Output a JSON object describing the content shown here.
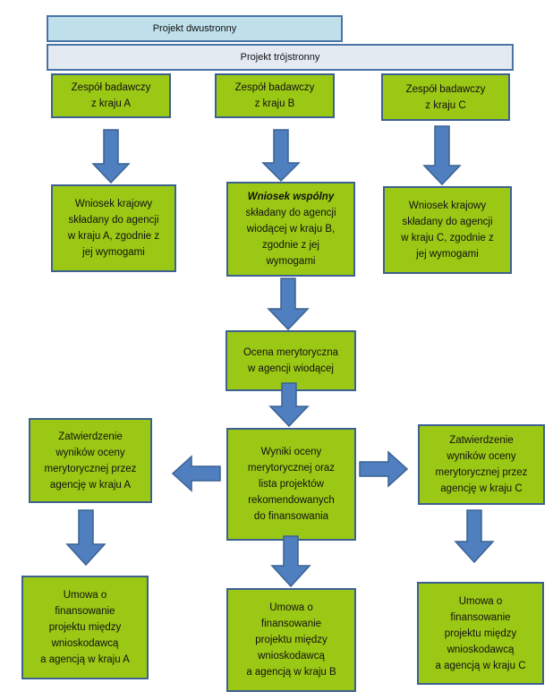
{
  "bars": {
    "bilateral": "Projekt dwustronny",
    "trilateral": "Projekt trójstronny"
  },
  "teams": {
    "a": [
      "Zespół badawczy",
      "z kraju A"
    ],
    "b": [
      "Zespół badawczy",
      "z kraju B"
    ],
    "c": [
      "Zespół badawczy",
      "z kraju C"
    ]
  },
  "applications": {
    "a": [
      "Wniosek krajowy",
      "składany do agencji",
      "w kraju A, zgodnie z",
      "jej wymogami"
    ],
    "b_title": "Wniosek wspólny",
    "b": [
      "składany do agencji",
      "wiodącej w kraju B,",
      "zgodnie z jej",
      "wymogami"
    ],
    "c": [
      "Wniosek krajowy",
      "składany do agencji",
      "w kraju C, zgodnie z",
      "jej wymogami"
    ]
  },
  "evaluation": [
    "Ocena merytoryczna",
    "w agencji wiodącej"
  ],
  "results": [
    "Wyniki oceny",
    "merytorycznej oraz",
    "lista projektów",
    "rekomendowanych",
    "do finansowania"
  ],
  "approval": {
    "a": [
      "Zatwierdzenie",
      "wyników oceny",
      "merytorycznej przez",
      "agencję w kraju A"
    ],
    "c": [
      "Zatwierdzenie",
      "wyników oceny",
      "merytorycznej przez",
      "agencję w kraju C"
    ]
  },
  "contracts": {
    "a": [
      "Umowa o",
      "finansowanie",
      "projektu między",
      "wnioskodawcą",
      "a agencją w kraju A"
    ],
    "b": [
      "Umowa o",
      "finansowanie",
      "projektu między",
      "wnioskodawcą",
      "a agencją w kraju B"
    ],
    "c": [
      "Umowa o",
      "finansowanie",
      "projektu między",
      "wnioskodawcą",
      "a agencją w kraju C"
    ]
  },
  "colors": {
    "box_fill": "#9bc814",
    "box_border": "#3c6191",
    "arrow_fill": "#4f7fbf",
    "arrow_stroke": "#3a6293"
  }
}
